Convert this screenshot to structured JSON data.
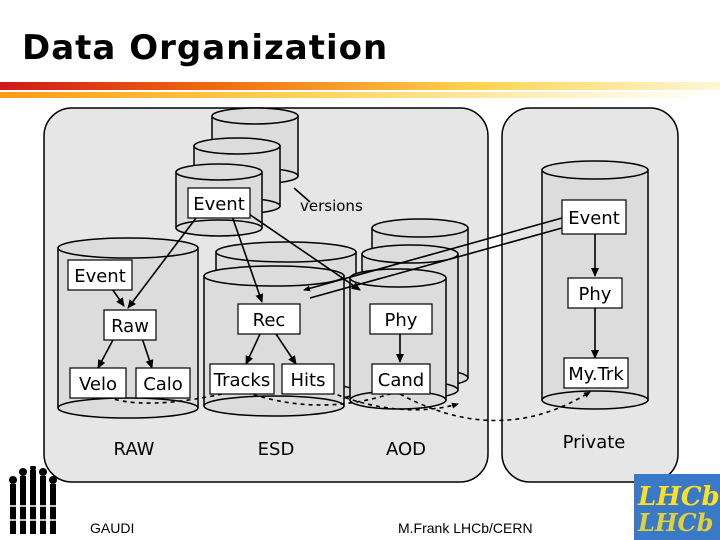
{
  "title": "Data Organization",
  "labels": {
    "event_top": "Event",
    "versions": "versions",
    "event_left": "Event",
    "raw": "Raw",
    "velo": "Velo",
    "calo": "Calo",
    "rec": "Rec",
    "phy_mid": "Phy",
    "tracks": "Tracks",
    "hits": "Hits",
    "cand": "Cand",
    "event_right": "Event",
    "phy_right": "Phy",
    "mytrk": "My.Trk"
  },
  "group_labels": {
    "raw": "RAW",
    "esd": "ESD",
    "aod": "AOD",
    "private": "Private"
  },
  "footer": {
    "left": "GAUDI",
    "center": "M.Frank LHCb/CERN"
  },
  "logo_right_text": "LHCb",
  "colors": {
    "container": "#e6e6e6",
    "cylinder": "#dcdcdc",
    "box": "#ffffff",
    "title_bar_start": "#d01818",
    "title_bar_end": "#ffd24a",
    "logo_blue": "#3a78c8",
    "logo_yellow": "#ffe020"
  }
}
